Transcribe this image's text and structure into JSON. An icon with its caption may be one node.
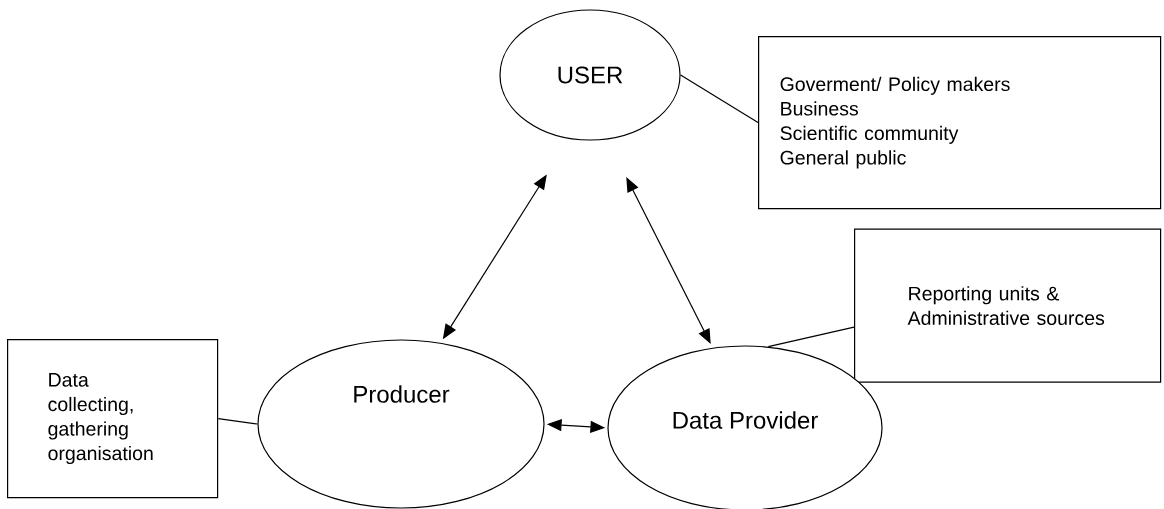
{
  "diagram": {
    "nodes": [
      {
        "text": [
          "USER"
        ]
      },
      {
        "text": [
          "Goverment/ Policy makers",
          "Business",
          "Scientific community",
          "General public"
        ]
      },
      {
        "text": [
          "Reporting units & Administrative sources"
        ]
      },
      {
        "text": [
          "Data collecting, gathering organisation"
        ]
      },
      {
        "text": [
          "Producer"
        ]
      },
      {
        "text": [
          "Data Provider"
        ]
      }
    ],
    "edges": [
      {
        "from": 0,
        "to": 1,
        "arrow": "none"
      },
      {
        "from": 0,
        "to": 4,
        "arrow": "both"
      },
      {
        "from": 0,
        "to": 5,
        "arrow": "both"
      },
      {
        "from": 5,
        "to": 2,
        "arrow": "none"
      },
      {
        "from": 3,
        "to": 4,
        "arrow": "none"
      },
      {
        "from": 4,
        "to": 5,
        "arrow": "both"
      }
    ]
  }
}
